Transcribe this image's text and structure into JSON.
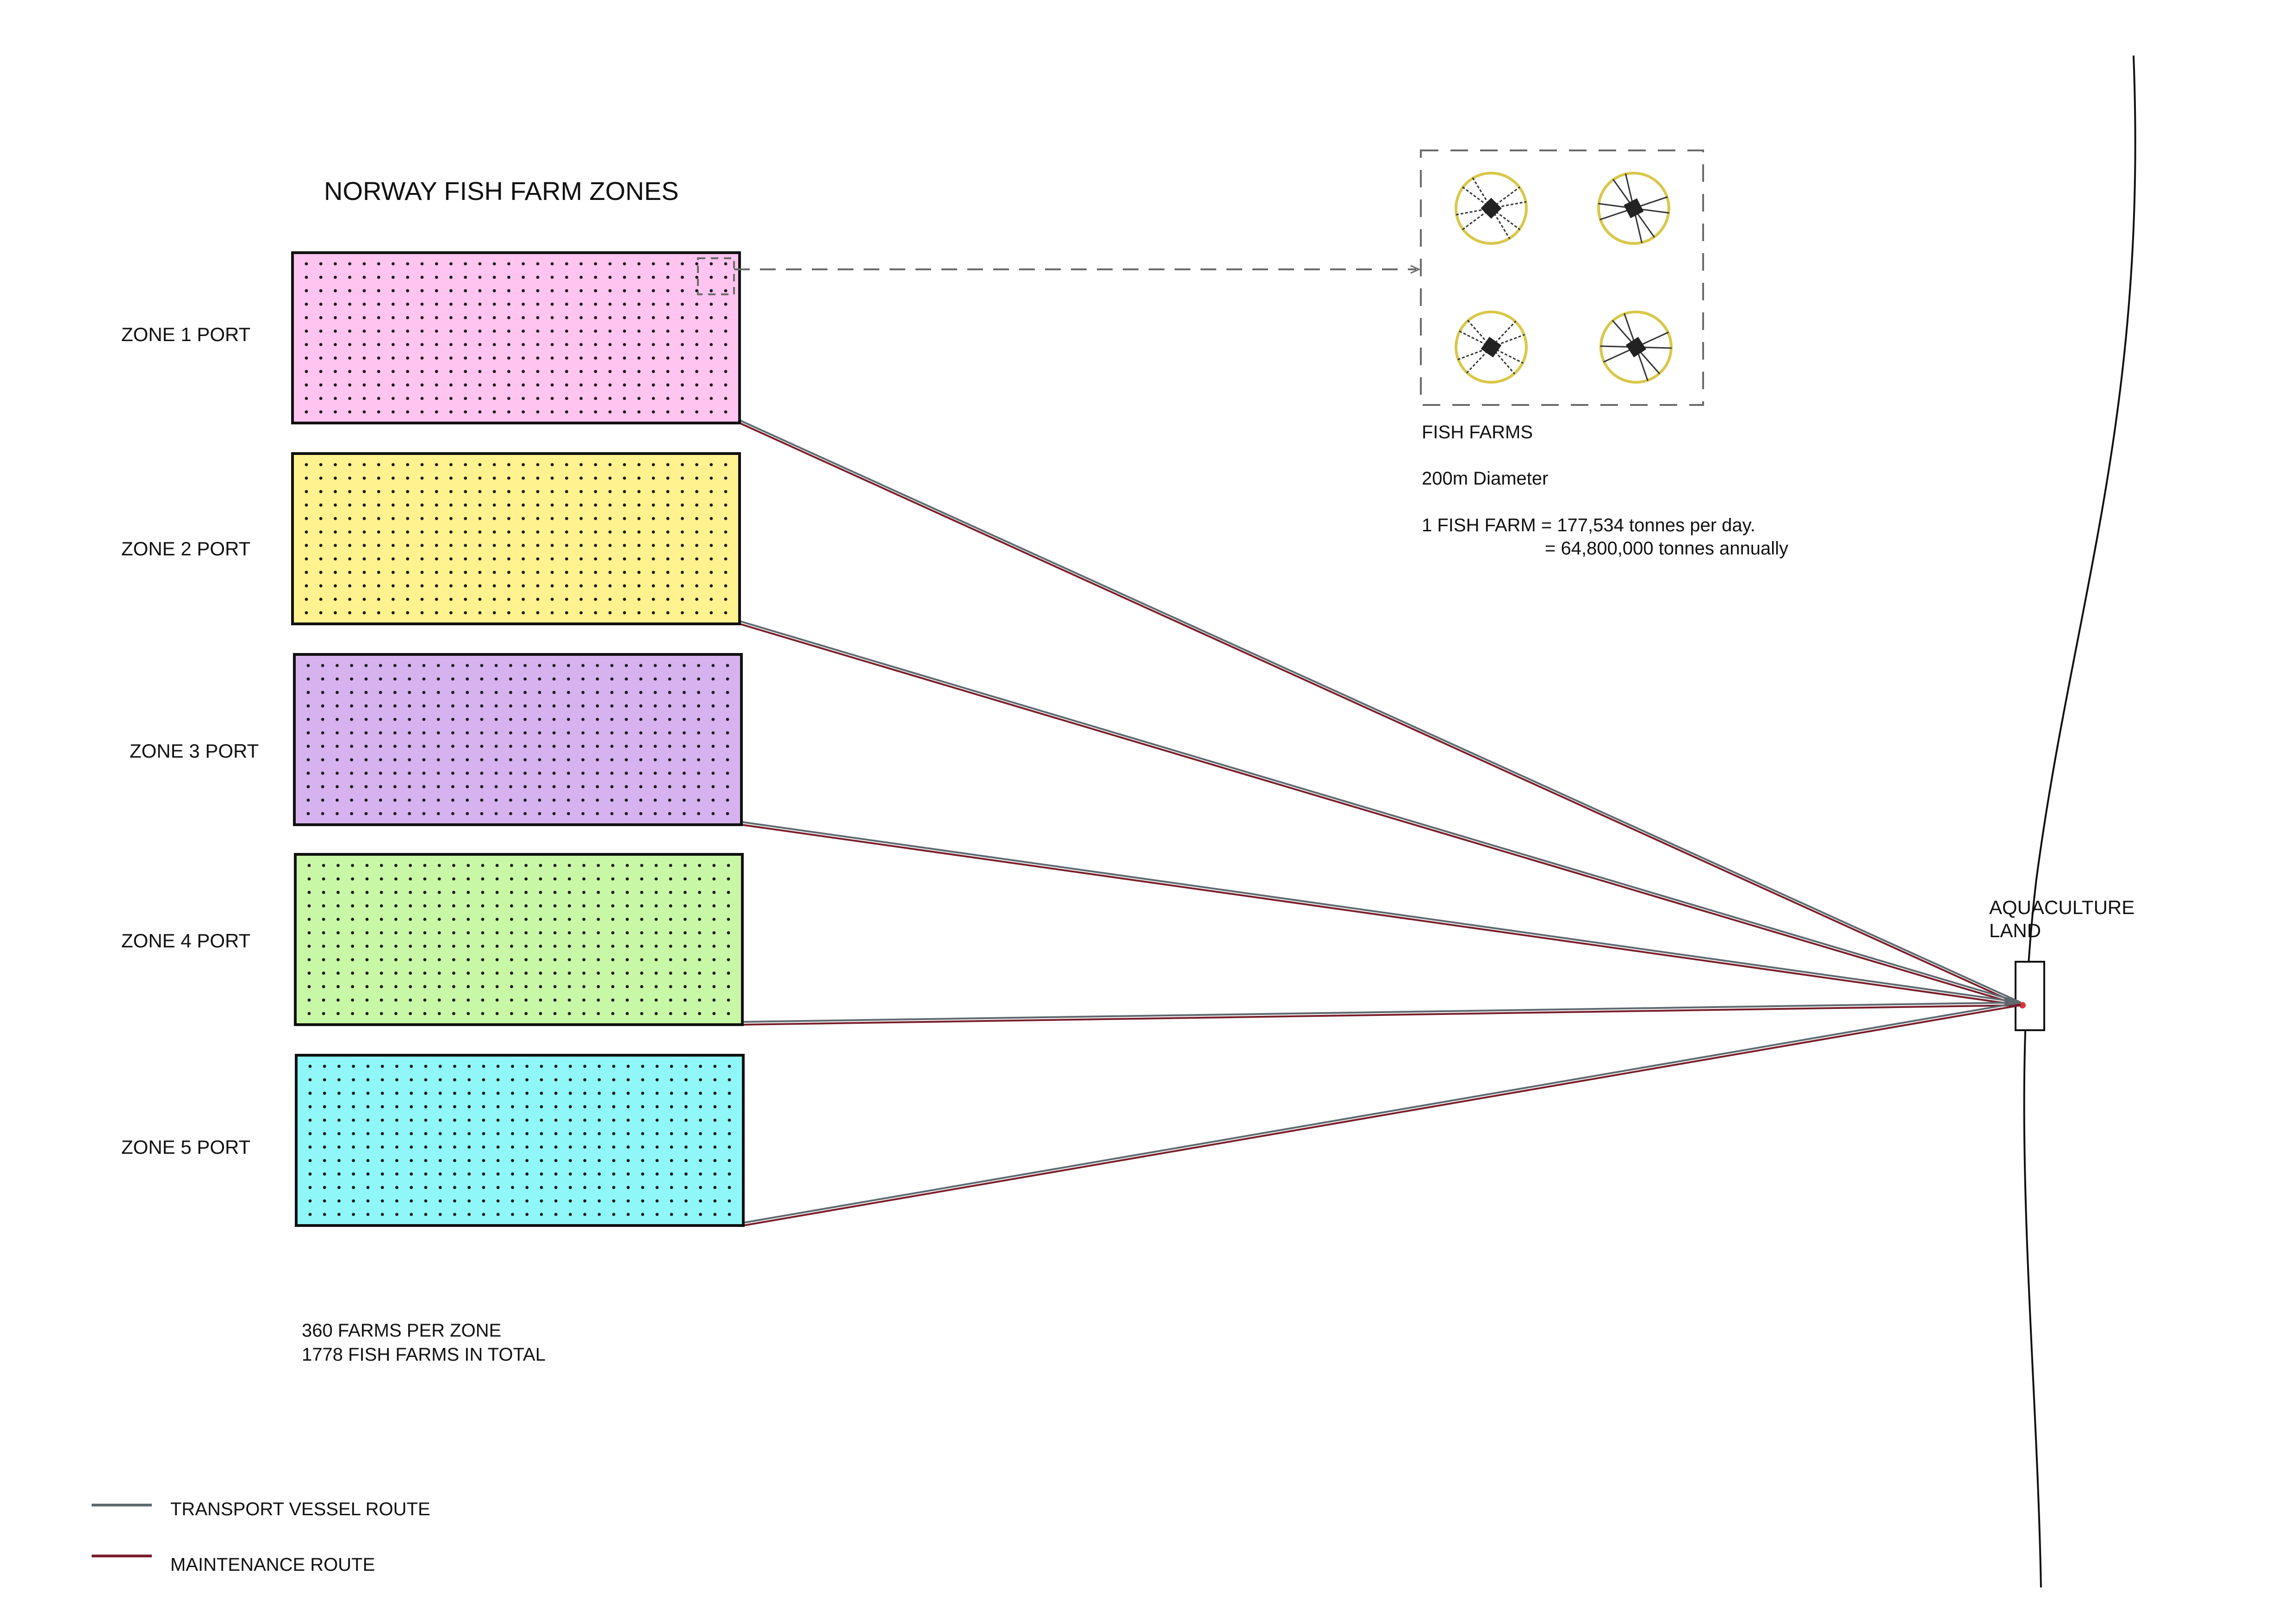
{
  "title": "NORWAY FISH FARM ZONES",
  "colors": {
    "transport_route": "#5e6a70",
    "maintenance_route": "#7a1f2b",
    "coastline": "#111111",
    "pen_ring": "#d8c84a",
    "pen_hub": "#222222",
    "leader": "#6a6a6a"
  },
  "zones": [
    {
      "label": "ZONE 1 PORT",
      "fill": "#ffc4ef"
    },
    {
      "label": "ZONE 2 PORT",
      "fill": "#fff28f"
    },
    {
      "label": "ZONE 3 PORT",
      "fill": "#d6b2ee"
    },
    {
      "label": "ZONE 4 PORT",
      "fill": "#c8f7a6"
    },
    {
      "label": "ZONE 5 PORT",
      "fill": "#8ff7f7"
    }
  ],
  "zones_note": {
    "line1": "360 FARMS PER ZONE",
    "line2": "1778 FISH FARMS IN TOTAL"
  },
  "detail": {
    "heading": "FISH FARMS",
    "diameter": "200m Diameter",
    "yield_daily": "1 FISH FARM = 177,534 tonnes per day.",
    "yield_annual": "= 64,800,000 tonnes annually",
    "pen_icon": "fish-pen-icon",
    "pen_count": 4
  },
  "destination": {
    "line1": "AQUACULTURE",
    "line2": "LAND"
  },
  "legend": [
    {
      "key": "transport",
      "label": "TRANSPORT VESSEL ROUTE",
      "color": "#5e6a70"
    },
    {
      "key": "maintenance",
      "label": "MAINTENANCE ROUTE",
      "color": "#7a1f2b"
    }
  ]
}
